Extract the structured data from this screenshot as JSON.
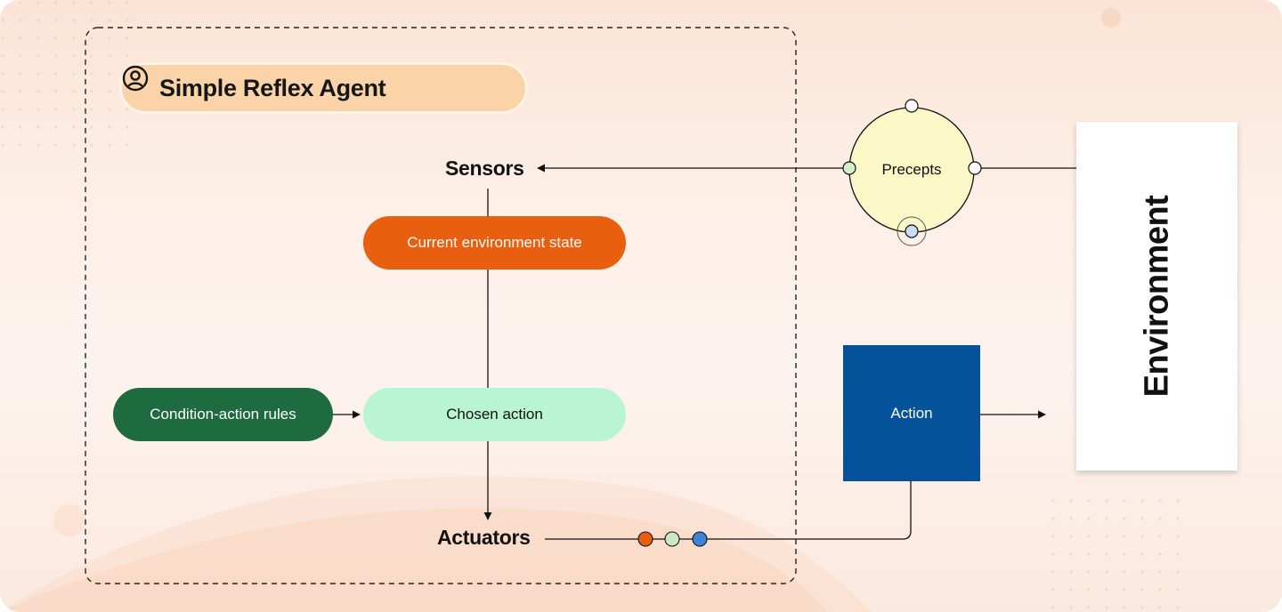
{
  "agent": {
    "title": "Simple Reflex Agent",
    "title_icon": "user-circle-icon"
  },
  "nodes": {
    "sensors": "Sensors",
    "current_state": "Current environment state",
    "condition_rules": "Condition-action rules",
    "chosen_action": "Chosen action",
    "actuators": "Actuators",
    "precepts": "Precepts",
    "action": "Action",
    "environment": "Environment"
  },
  "colors": {
    "current_state": "#e8600f",
    "condition_rules": "#1d6b3e",
    "chosen_action": "#b9f5d2",
    "action": "#03529a",
    "precepts_fill": "#fbf7c6",
    "title_pill": "#fad4a8",
    "dot_orange": "#e8600f",
    "dot_green": "#cfe8c4",
    "dot_blue": "#3f83d6"
  }
}
